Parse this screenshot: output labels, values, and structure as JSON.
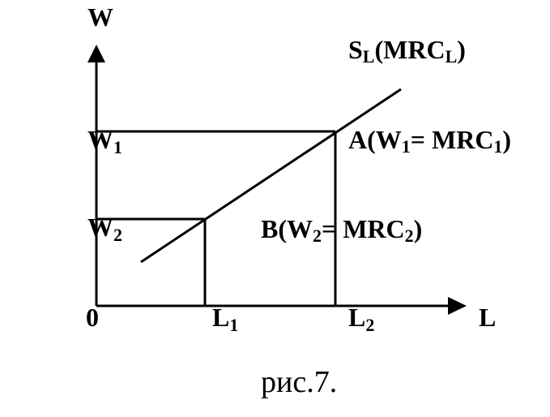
{
  "labels": {
    "y_axis": "W",
    "x_axis": "L",
    "origin": "0",
    "w1_main": "W",
    "w1_sub": "1",
    "w2_main": "W",
    "w2_sub": "2",
    "l1_main": "L",
    "l1_sub": "1",
    "l2_main": "L",
    "l2_sub": "2",
    "supply_s": "S",
    "supply_s_sub": "L",
    "supply_mid": "(MRC",
    "supply_mid_sub": "L",
    "supply_close": ")",
    "point_a": {
      "p1": "A(W",
      "s1": "1",
      "p2": "= MRC",
      "s2": "1",
      "p3": ")"
    },
    "point_b": {
      "p1": "B(W",
      "s1": "2",
      "p2": "= MRC",
      "s2": "2",
      "p3": ")"
    }
  },
  "caption": "рис.7."
}
